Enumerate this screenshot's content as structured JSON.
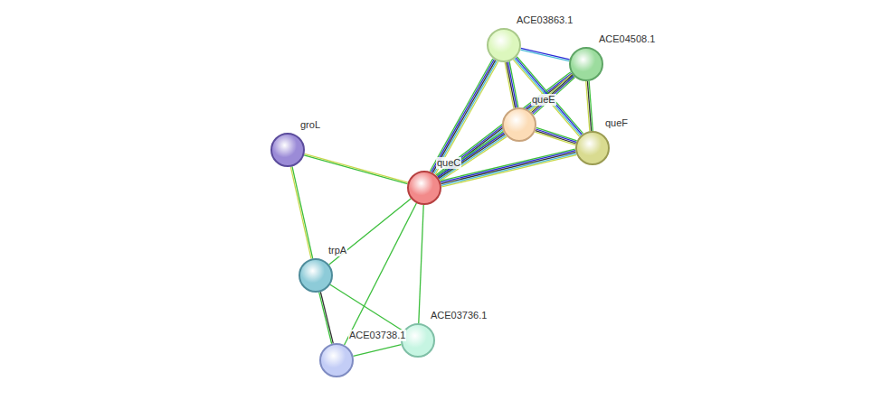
{
  "diagram": {
    "nodes": [
      {
        "text": [
          "ACE03863.1"
        ]
      },
      {
        "text": [
          "ACE04508.1"
        ]
      },
      {
        "text": [
          "queE"
        ]
      },
      {
        "text": [
          "queF"
        ]
      },
      {
        "text": [
          "groL"
        ]
      },
      {
        "text": [
          "queC"
        ]
      },
      {
        "text": [
          "trpA"
        ]
      },
      {
        "text": [
          "ACE03736.1"
        ]
      },
      {
        "text": [
          "ACE03738.1"
        ]
      }
    ],
    "edges": [
      {
        "from": 5,
        "to": 0,
        "arrow": "none"
      },
      {
        "from": 5,
        "to": 1,
        "arrow": "none"
      },
      {
        "from": 5,
        "to": 2,
        "arrow": "none"
      },
      {
        "from": 5,
        "to": 3,
        "arrow": "none"
      },
      {
        "from": 0,
        "to": 1,
        "arrow": "none"
      },
      {
        "from": 0,
        "to": 2,
        "arrow": "none"
      },
      {
        "from": 0,
        "to": 3,
        "arrow": "none"
      },
      {
        "from": 1,
        "to": 2,
        "arrow": "none"
      },
      {
        "from": 1,
        "to": 3,
        "arrow": "none"
      },
      {
        "from": 2,
        "to": 3,
        "arrow": "none"
      },
      {
        "from": 5,
        "to": 4,
        "arrow": "none"
      },
      {
        "from": 4,
        "to": 6,
        "arrow": "none"
      },
      {
        "from": 5,
        "to": 6,
        "arrow": "none"
      },
      {
        "from": 5,
        "to": 8,
        "arrow": "none"
      },
      {
        "from": 5,
        "to": 7,
        "arrow": "none"
      },
      {
        "from": 6,
        "to": 7,
        "arrow": "none"
      },
      {
        "from": 6,
        "to": 8,
        "arrow": "none"
      },
      {
        "from": 8,
        "to": 7,
        "arrow": "none"
      }
    ]
  }
}
